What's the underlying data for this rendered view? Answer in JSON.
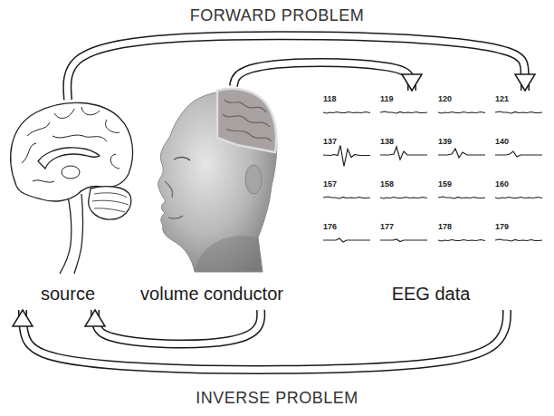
{
  "diagram": {
    "nodes": [
      {
        "text": [
          "source"
        ]
      },
      {
        "text": [
          "volume conductor"
        ]
      },
      {
        "text": [
          "EEG data"
        ]
      }
    ],
    "edges": [
      {
        "from": 0,
        "to": 2,
        "arrow": "to"
      },
      {
        "from": 1,
        "to": 2,
        "arrow": "to"
      },
      {
        "from": 2,
        "to": 0,
        "arrow": "to"
      },
      {
        "from": 1,
        "to": 0,
        "arrow": "to"
      }
    ],
    "labels": [
      "FORWARD PROBLEM",
      "118",
      "119",
      "120",
      "121",
      "137",
      "138",
      "139",
      "140",
      "157",
      "158",
      "159",
      "160",
      "176",
      "177",
      "178",
      "179",
      "INVERSE PROBLEM"
    ]
  }
}
